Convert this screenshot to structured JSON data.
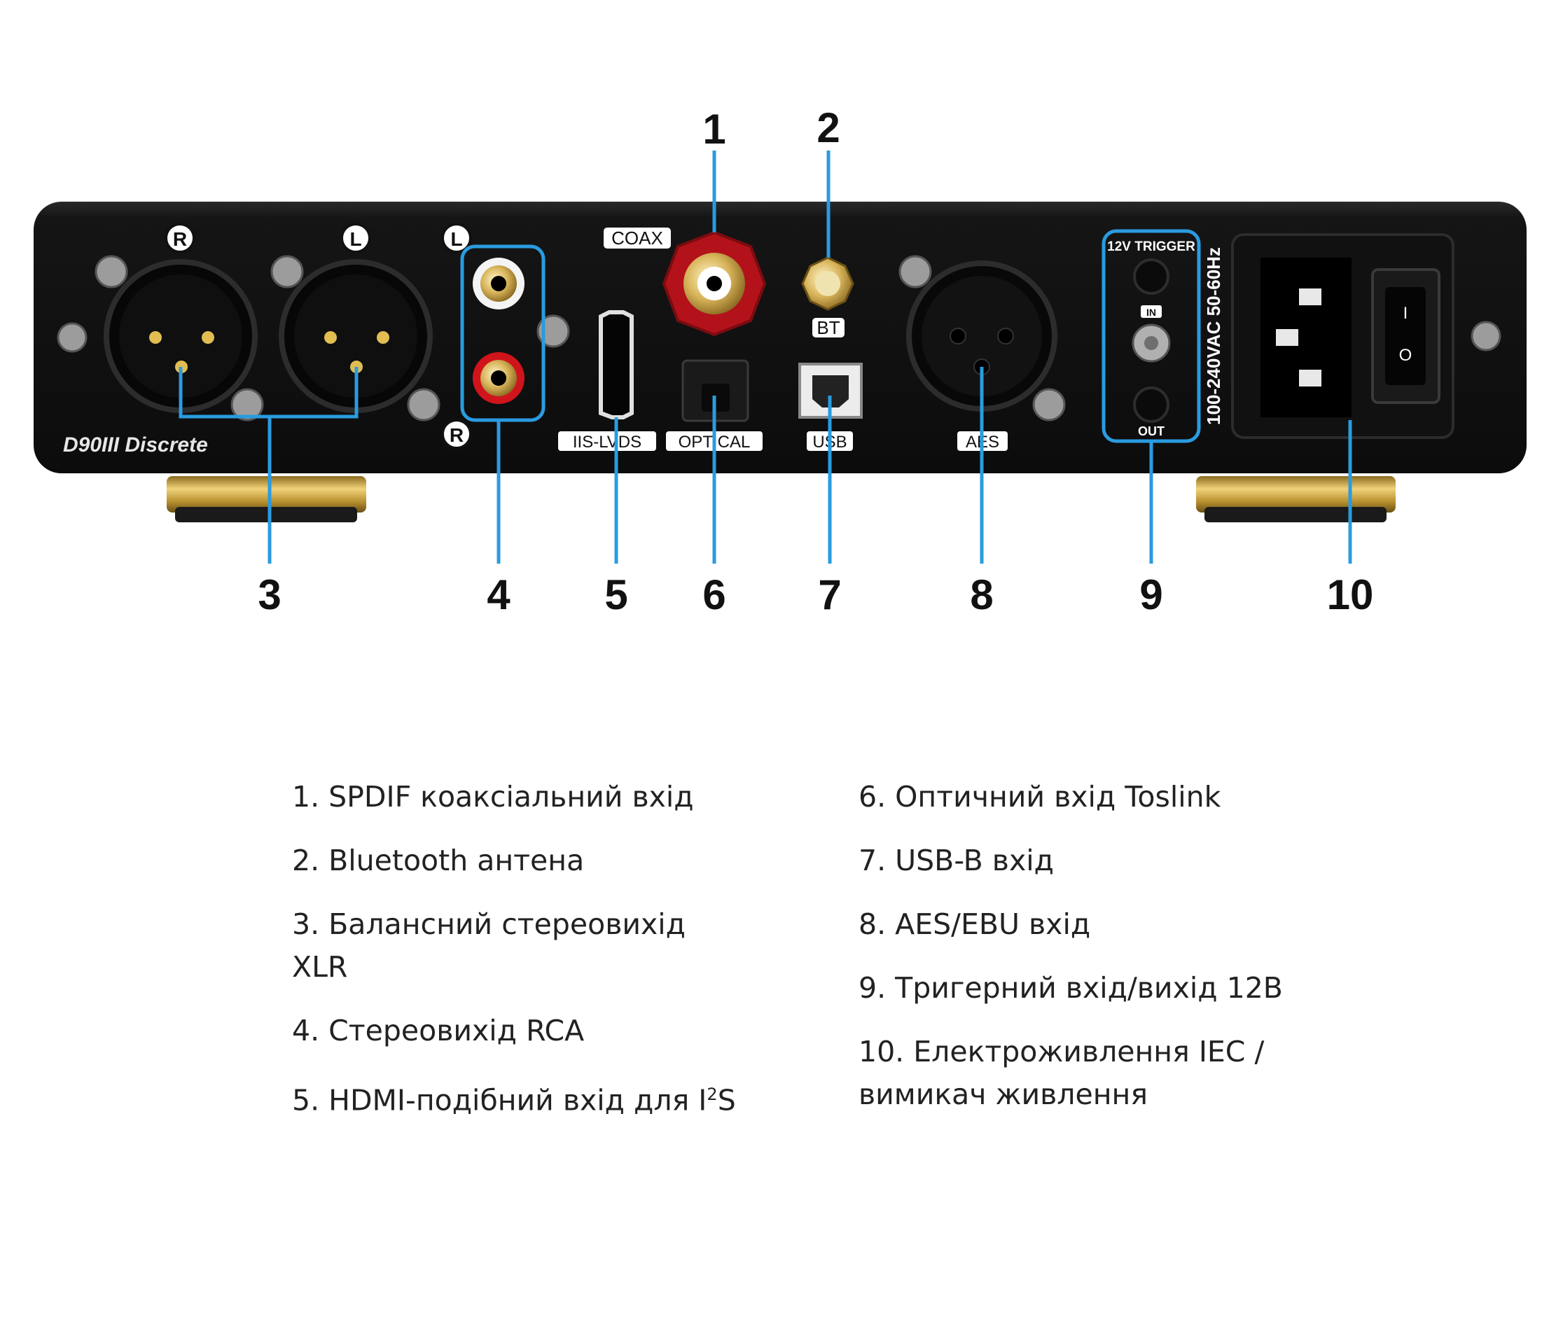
{
  "device": {
    "model": "D90III Discrete",
    "channel_marks": {
      "right": "R",
      "left": "L"
    },
    "port_labels": {
      "coax": "COAX",
      "bt": "BT",
      "iis": "IIS-LVDS",
      "optical": "OPTICAL",
      "usb": "USB",
      "aes": "AES",
      "trigger": "12V TRIGGER",
      "trigger_in": "IN",
      "trigger_out": "OUT",
      "power_spec": "100-240VAC 50-60Hz"
    },
    "switch_marks": {
      "on": "I",
      "off": "O"
    }
  },
  "callouts": [
    "1",
    "2",
    "3",
    "4",
    "5",
    "6",
    "7",
    "8",
    "9",
    "10"
  ],
  "colors": {
    "callout_line": "#2a9be0",
    "panel": "#121212",
    "gold": "#c9a43e",
    "coax_red": "#b3121a"
  },
  "legend": {
    "left": [
      {
        "text": "1. SPDIF коаксіальний вхід"
      },
      {
        "text": "2. Bluetooth антена"
      },
      {
        "text": "3. Балансний стереовихід XLR"
      },
      {
        "text": "4. Стереовихід RCA"
      },
      {
        "pre": "5. HDMI-подібний вхід для I",
        "sup": "2",
        "post": "S"
      }
    ],
    "right": [
      {
        "text": "6. Оптичний вхід Toslink"
      },
      {
        "text": "7. USB-B вхід"
      },
      {
        "text": "8. AES/EBU вхід"
      },
      {
        "text": "9. Тригерний вхід/вихід 12В"
      },
      {
        "line1": "10. Електроживлення IEC /",
        "line2": "вимикач живлення"
      }
    ]
  }
}
